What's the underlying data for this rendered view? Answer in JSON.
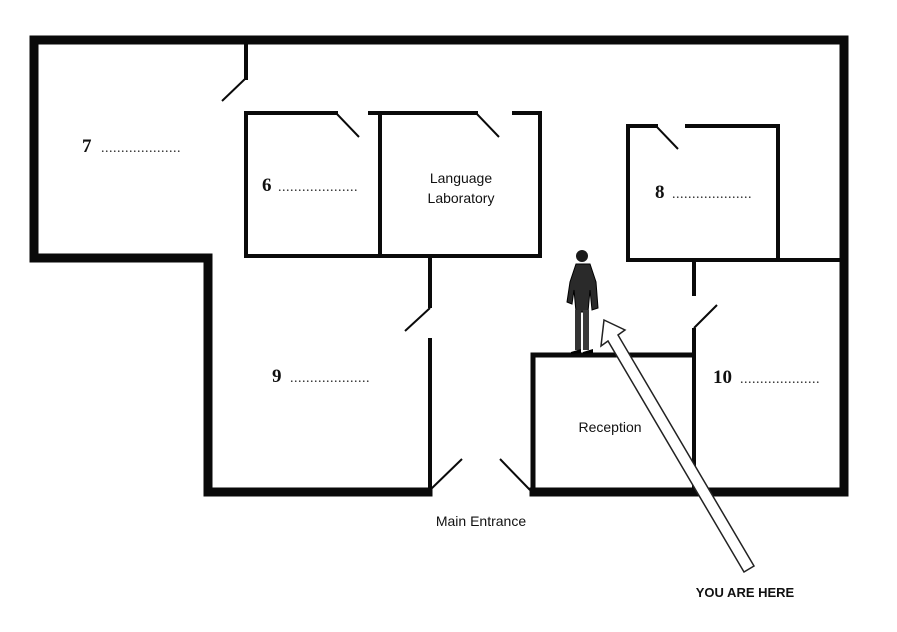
{
  "rooms": {
    "room_7": {
      "number": "7",
      "blank": "...................."
    },
    "room_6": {
      "number": "6",
      "blank": "...................."
    },
    "language_lab": {
      "line1": "Language",
      "line2": "Laboratory"
    },
    "room_8": {
      "number": "8",
      "blank": "...................."
    },
    "room_9": {
      "number": "9",
      "blank": "...................."
    },
    "room_10": {
      "number": "10",
      "blank": "...................."
    },
    "reception": {
      "label": "Reception"
    }
  },
  "main_entrance": "Main Entrance",
  "you_are_here": "YOU ARE HERE",
  "colors": {
    "wall": "#0a0a0a",
    "background": "#ffffff",
    "arrow_fill": "#ffffff"
  },
  "icons": {
    "person": "person-standing-icon",
    "arrow": "pointer-arrow-icon"
  }
}
